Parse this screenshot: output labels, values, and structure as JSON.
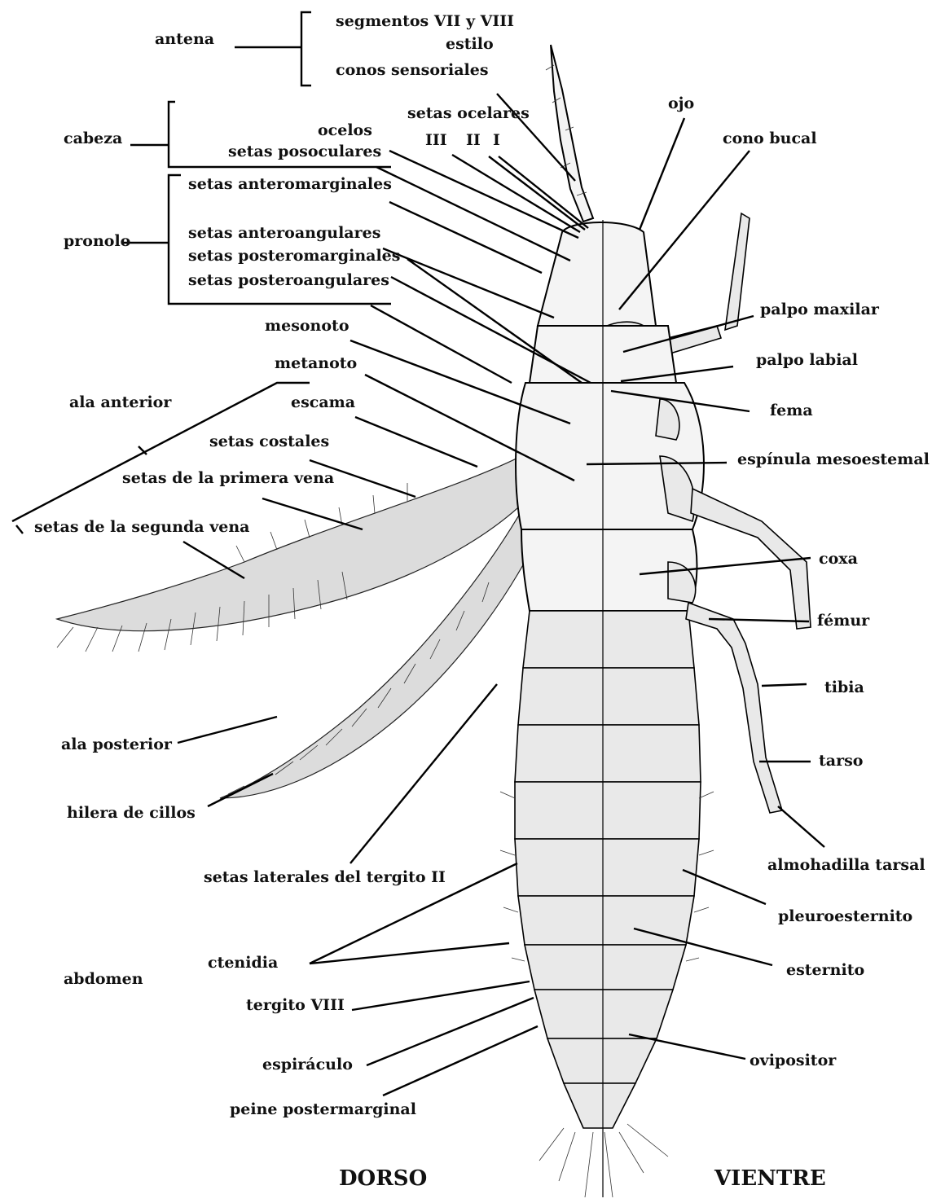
{
  "labels": {
    "antena": "antena",
    "segmentos": "segmentos VII y VIII",
    "estilo": "estilo",
    "conos": "conos sensoriales",
    "setas_ocelares": "setas ocelares",
    "ocelo_iii": "III",
    "ocelo_ii": "II",
    "ocelo_i": "I",
    "cabeza": "cabeza",
    "ocelos": "ocelos",
    "setas_posoculares": "setas posoculares",
    "setas_anteromarginales": "setas anteromarginales",
    "pronolo": "pronolo",
    "setas_anteroangulares": "setas anteroangulares",
    "setas_posteromarginales": "setas posteromarginales",
    "setas_posteroangulares": "setas posteroangulares",
    "mesonoto": "mesonoto",
    "metanoto": "metanoto",
    "ala_anterior": "ala anterior",
    "escama": "escama",
    "setas_costales": "setas costales",
    "setas_primera_vena": "setas de la primera vena",
    "setas_segunda_vena": "setas de la segunda vena",
    "ala_posterior": "ala posterior",
    "hilera_cillos": "hilera de cillos",
    "setas_laterales": "setas laterales del tergito II",
    "abdomen": "abdomen",
    "ctenidia": "ctenidia",
    "tergito_viii": "tergito VIII",
    "espiraculo": "espiráculo",
    "peine": "peine postermarginal",
    "ojo": "ojo",
    "cono_bucal": "cono bucal",
    "palpo_maxilar": "palpo maxilar",
    "palpo_labial": "palpo labial",
    "fema": "fema",
    "espinula": "espínula mesoestemal",
    "coxa": "coxa",
    "femur": "fémur",
    "tibia": "tibia",
    "tarso": "tarso",
    "almohadilla": "almohadilla tarsal",
    "pleuroesternito": "pleuroesternito",
    "esternito": "esternito",
    "ovipositor": "ovipositor",
    "dorso": "DORSO",
    "vientre": "VIENTRE"
  }
}
